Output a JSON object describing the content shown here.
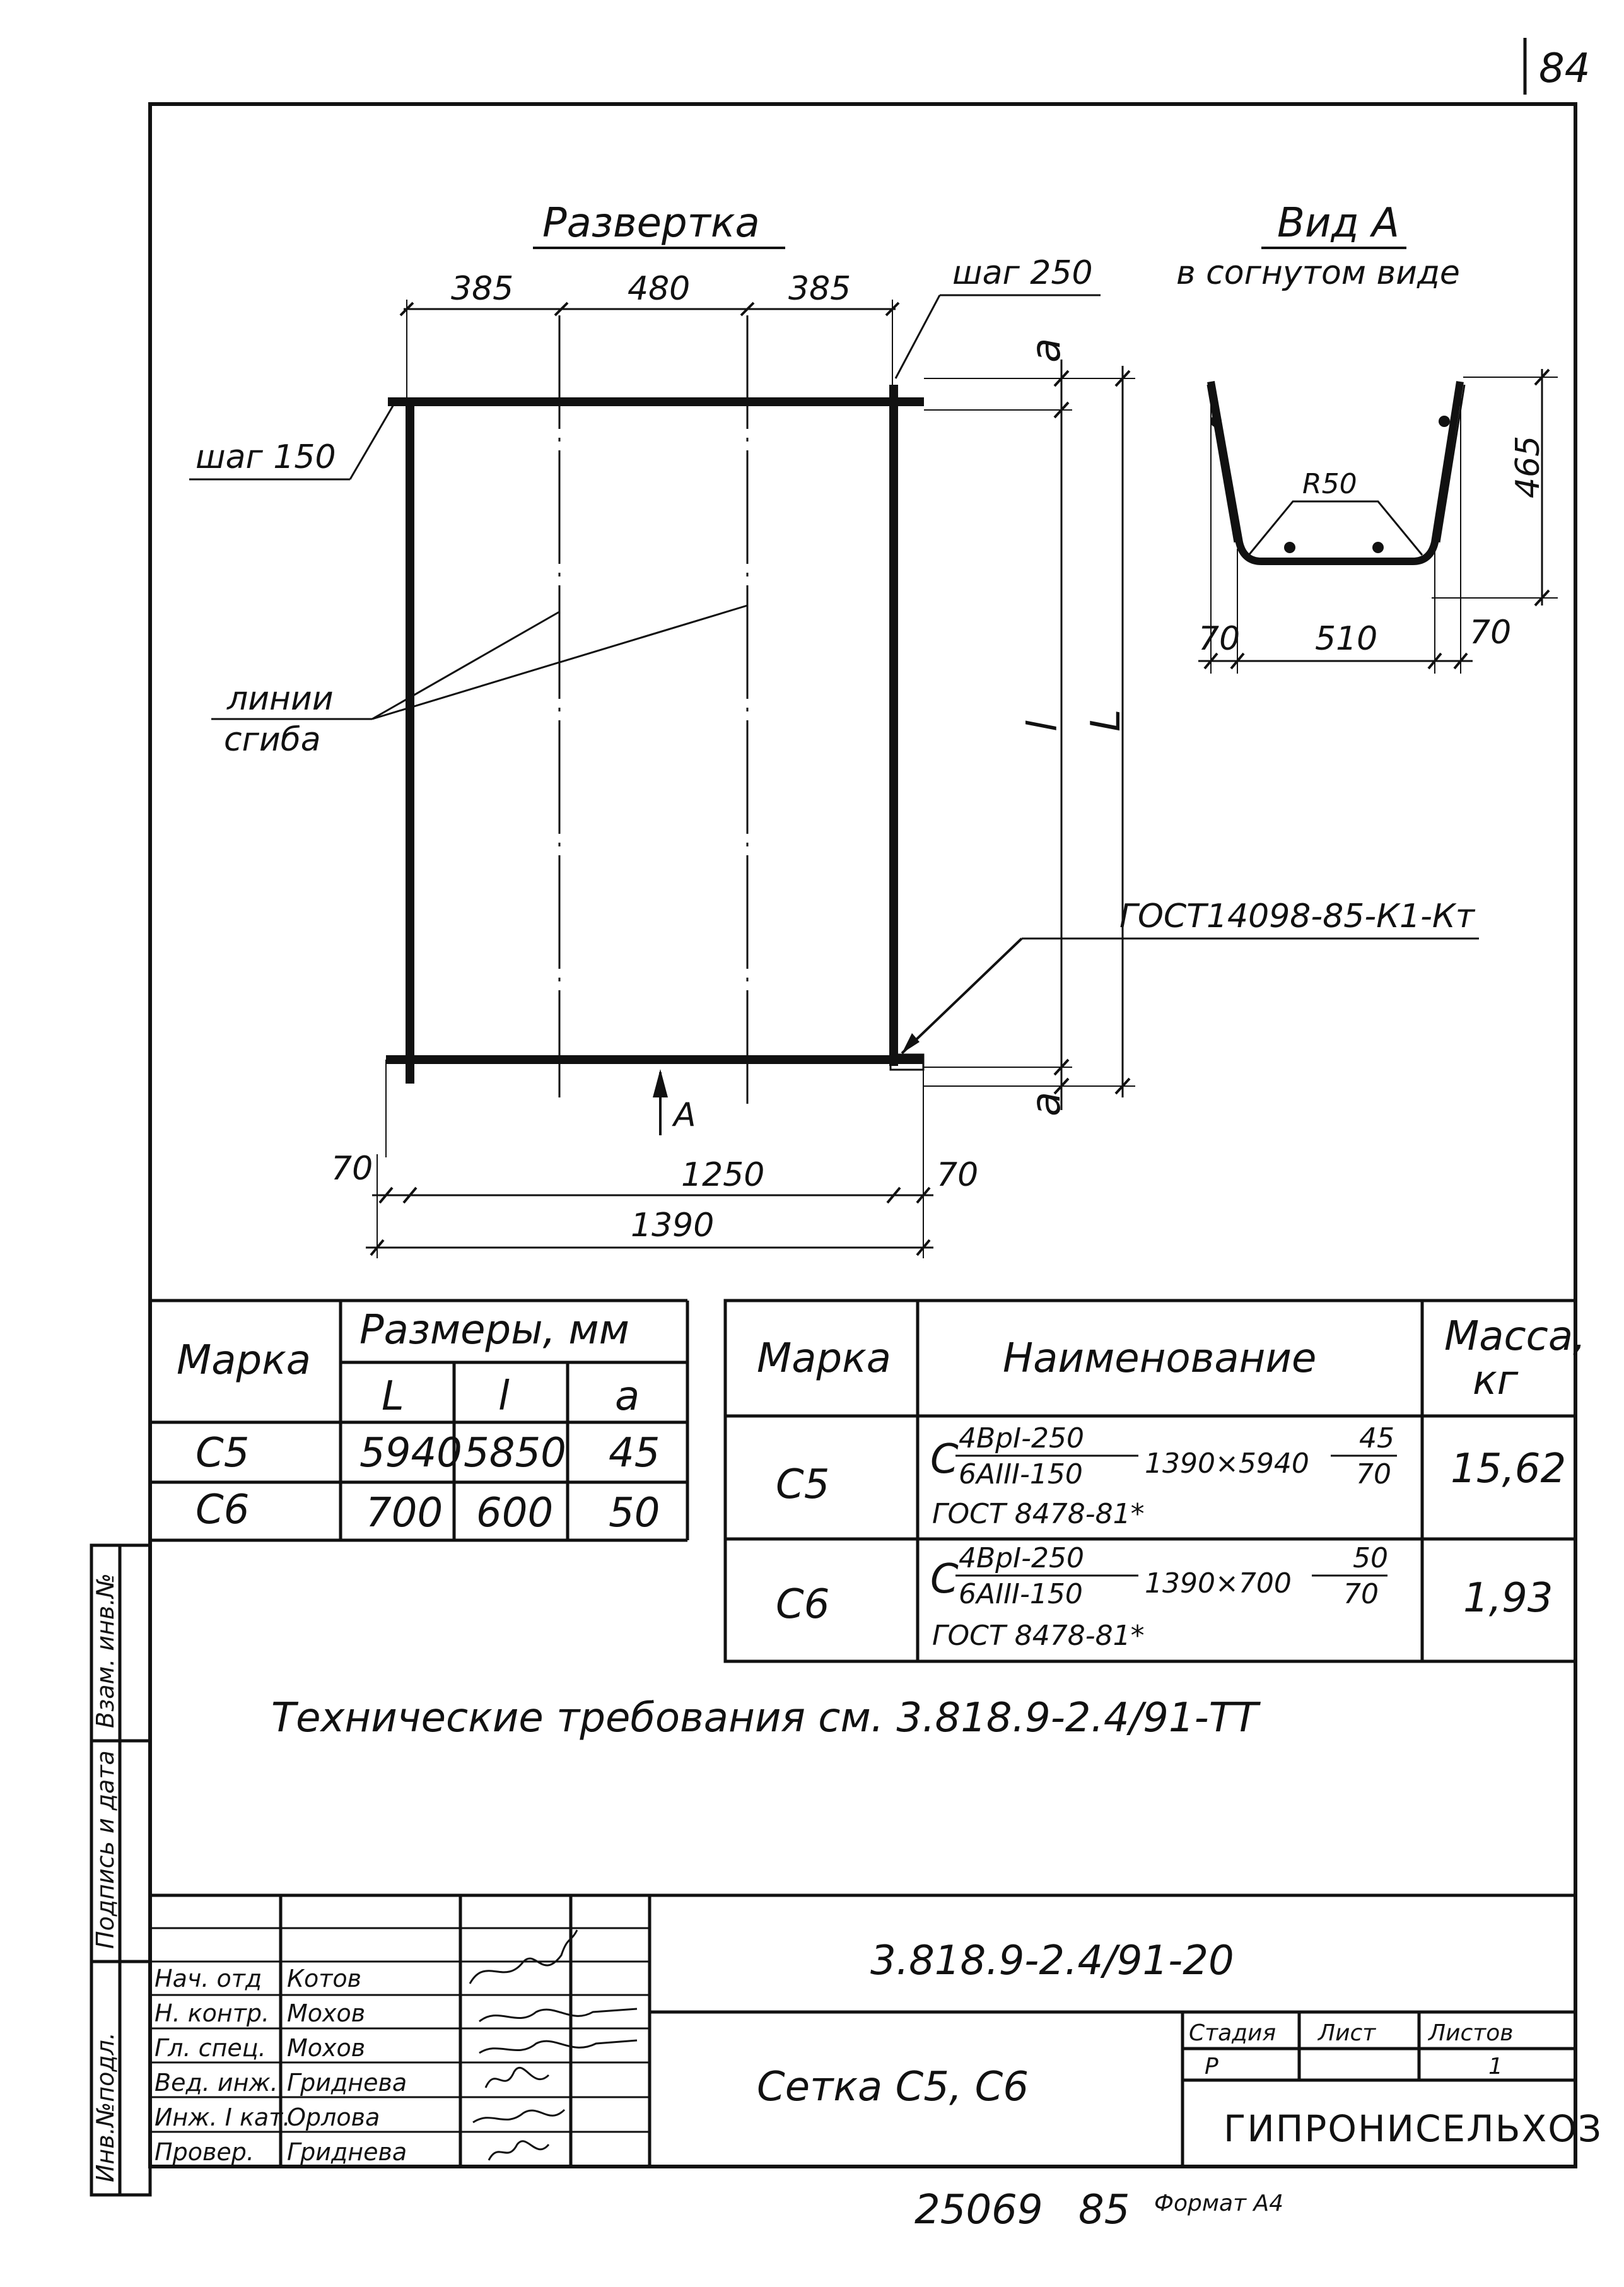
{
  "sheet_number": "84",
  "razvertka": {
    "title": "Развертка",
    "dims_top": [
      "385",
      "480",
      "385"
    ],
    "step_top": "шаг 250",
    "step_left": "шаг 150",
    "fold_lines_label": [
      "линии",
      "сгиба"
    ],
    "dim_a": "a",
    "dim_l": "l",
    "dim_L": "L",
    "gost_weld": "ГОСТ14098-85-К1-Кт",
    "arrow_view": "A",
    "dims_bottom": [
      "70",
      "1250",
      "70"
    ],
    "dim_total": "1390"
  },
  "view_a": {
    "title": "Вид А",
    "subtitle": "в согнутом виде",
    "radius": "R50",
    "height": "465",
    "dims_bottom": [
      "70",
      "510",
      "70"
    ]
  },
  "sizes_table": {
    "header_mark": "Марка",
    "header_sizes": "Размеры, мм",
    "subheaders": [
      "L",
      "l",
      "a"
    ],
    "rows": [
      {
        "mark": "С5",
        "L": "5940",
        "l": "5850",
        "a": "45"
      },
      {
        "mark": "С6",
        "L": "700",
        "l": "600",
        "a": "50"
      }
    ]
  },
  "spec_table": {
    "header_mark": "Марка",
    "header_name": "Наименование",
    "header_mass": [
      "Масса,",
      "кг"
    ],
    "rows": [
      {
        "mark": "С5",
        "c": "С",
        "num": "4ВрI-250",
        "den": "6AIII-150",
        "size": "1390×5940",
        "fnum": "45",
        "fden": "70",
        "gost": "ГОСТ 8478-81*",
        "mass": "15,62"
      },
      {
        "mark": "С6",
        "c": "С",
        "num": "4ВрI-250",
        "den": "6AIII-150",
        "size": "1390×700",
        "fnum": "50",
        "fden": "70",
        "gost": "ГОСТ 8478-81*",
        "mass": "1,93"
      }
    ]
  },
  "tech_requirements": "Технические требования см. 3.818.9-2.4/91-ТТ",
  "side_stamp": [
    "Инв.№подл.",
    "Подпись и дата",
    "Взам. инв.№"
  ],
  "title_block": {
    "doc_code": "3.818.9-2.4/91-20",
    "roles": [
      {
        "role": "Нач. отд",
        "name": "Котов"
      },
      {
        "role": "Н. контр.",
        "name": "Мохов"
      },
      {
        "role": "Гл. спец.",
        "name": "Мохов"
      },
      {
        "role": "Вед. инж.",
        "name": "Гриднева"
      },
      {
        "role": "Инж. I кат.",
        "name": "Орлова"
      },
      {
        "role": "Провер.",
        "name": "Гриднева"
      }
    ],
    "drawing_name": "Сетка С5, С6",
    "stage_header": "Стадия",
    "sheet_header": "Лист",
    "sheets_header": "Листов",
    "stage": "Р",
    "sheets": "1",
    "organization": "ГИПРОНИСЕЛЬХОЗ"
  },
  "footer": {
    "number": "25069",
    "num2": "85",
    "format": "Формат А4"
  }
}
